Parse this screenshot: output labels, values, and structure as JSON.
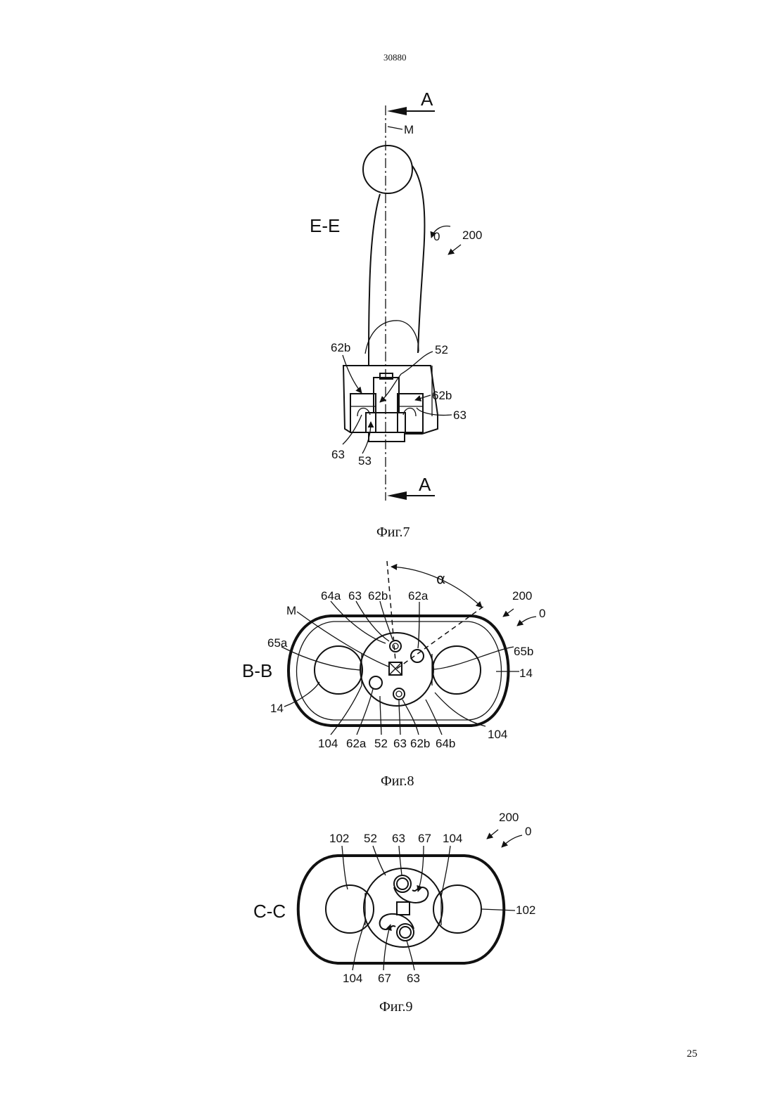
{
  "header": {
    "doc_number": "30880",
    "page_number": "25"
  },
  "fig7": {
    "caption": "Фиг.7",
    "section_label": "E-E",
    "arrow_label_top": "A",
    "arrow_label_bottom": "A",
    "axis_label": "M",
    "refs": {
      "r0": "0",
      "r200": "200",
      "r62b_left": "62b",
      "r52": "52",
      "r62b_right": "62b",
      "r63_right": "63",
      "r63_left": "63",
      "r53": "53"
    }
  },
  "fig8": {
    "caption": "Фиг.8",
    "section_label": "B-B",
    "angle_label": "α",
    "refs": {
      "r200": "200",
      "r0": "0",
      "r64a": "64a",
      "r63_top": "63",
      "r62b_top": "62b",
      "r62a_top": "62a",
      "rM": "M",
      "r65a": "65a",
      "r65b": "65b",
      "r14_right": "14",
      "r14_left": "14",
      "r104_left": "104",
      "r62a_bottom": "62a",
      "r52": "52",
      "r63_bottom": "63",
      "r62b_bottom": "62b",
      "r64b": "64b",
      "r104_right": "104"
    }
  },
  "fig9": {
    "caption": "Фиг.9",
    "section_label": "C-C",
    "refs": {
      "r200": "200",
      "r0": "0",
      "r102_top": "102",
      "r52": "52",
      "r63_top": "63",
      "r67_top": "67",
      "r104_top": "104",
      "r102_right": "102",
      "r104_bottom": "104",
      "r67_bottom": "67",
      "r63_bottom": "63"
    }
  }
}
